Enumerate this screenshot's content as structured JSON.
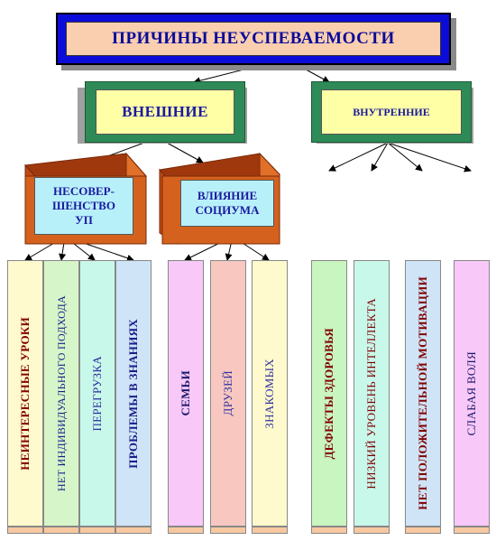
{
  "title": "ПРИЧИНЫ НЕУСПЕВАЕМОСТИ",
  "groups": {
    "external": "ВНЕШНИЕ",
    "internal": "ВНУТРЕННИЕ"
  },
  "subgroups": {
    "incomplete_up_line1": "НЕСОВЕР-",
    "incomplete_up_line2": "ШЕНСТВО",
    "incomplete_up_line3": "УП",
    "social_line1": "ВЛИЯНИЕ",
    "social_line2": "СОЦИУМА"
  },
  "columns": {
    "c1": "НЕИНТЕРЕСНЫЕ УРОКИ",
    "c2": "НЕТ ИНДИВИДУАЛЬНОГО ПОДХОДА",
    "c3": "ПЕРЕГРУЗКА",
    "c4": "ПРОБЛЕМЫ В ЗНАНИЯХ",
    "c5": "СЕМЬИ",
    "c6": "ДРУЗЕЙ",
    "c7": "ЗНАКОМЫХ",
    "c8": "ДЕФЕКТЫ ЗДОРОВЬЯ",
    "c9": "НИЗКИЙ УРОВЕНЬ ИНТЕЛЛЕКТА",
    "c10": "НЕТ ПОЛОЖИТЕЛЬНОЙ МОТИВАЦИИ",
    "c11": "СЛАБАЯ ВОЛЯ"
  },
  "colors": {
    "title_border": "#0c0cd8",
    "title_fill": "#f9cfb0",
    "group_border": "#2e8b57",
    "group_fill": "#ffffa6",
    "sub_3d": "#c0501a",
    "sub_fill": "#b8f0fa",
    "text": "#1a1aa0"
  }
}
